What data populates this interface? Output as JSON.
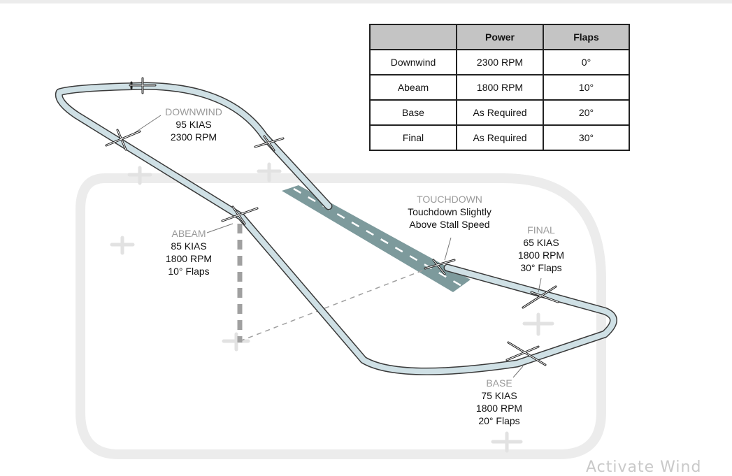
{
  "table": {
    "headers": [
      "",
      "Power",
      "Flaps"
    ],
    "rows": [
      [
        "Downwind",
        "2300 RPM",
        "0°"
      ],
      [
        "Abeam",
        "1800 RPM",
        "10°"
      ],
      [
        "Base",
        "As Required",
        "20°"
      ],
      [
        "Final",
        "As Required",
        "30°"
      ]
    ]
  },
  "labels": {
    "downwind": {
      "title": "DOWNWIND",
      "speed": "95 KIAS",
      "rpm": "2300 RPM"
    },
    "abeam": {
      "title": "ABEAM",
      "speed": "85 KIAS",
      "rpm": "1800 RPM",
      "flaps": "10° Flaps"
    },
    "touchdown": {
      "title": "TOUCHDOWN",
      "line1": "Touchdown Slightly",
      "line2": "Above Stall Speed"
    },
    "final": {
      "title": "FINAL",
      "speed": "65 KIAS",
      "rpm": "1800 RPM",
      "flaps": "30° Flaps"
    },
    "base": {
      "title": "BASE",
      "speed": "75 KIAS",
      "rpm": "1800 RPM",
      "flaps": "20° Flaps"
    }
  },
  "colors": {
    "path_fill": "#cfe0e5",
    "path_edge": "#3a3a3a",
    "runway": "#7d9a9c",
    "shadow": "#e9e9e9",
    "label_heading": "#9a9a9a"
  },
  "watermark": "Activate Wind"
}
